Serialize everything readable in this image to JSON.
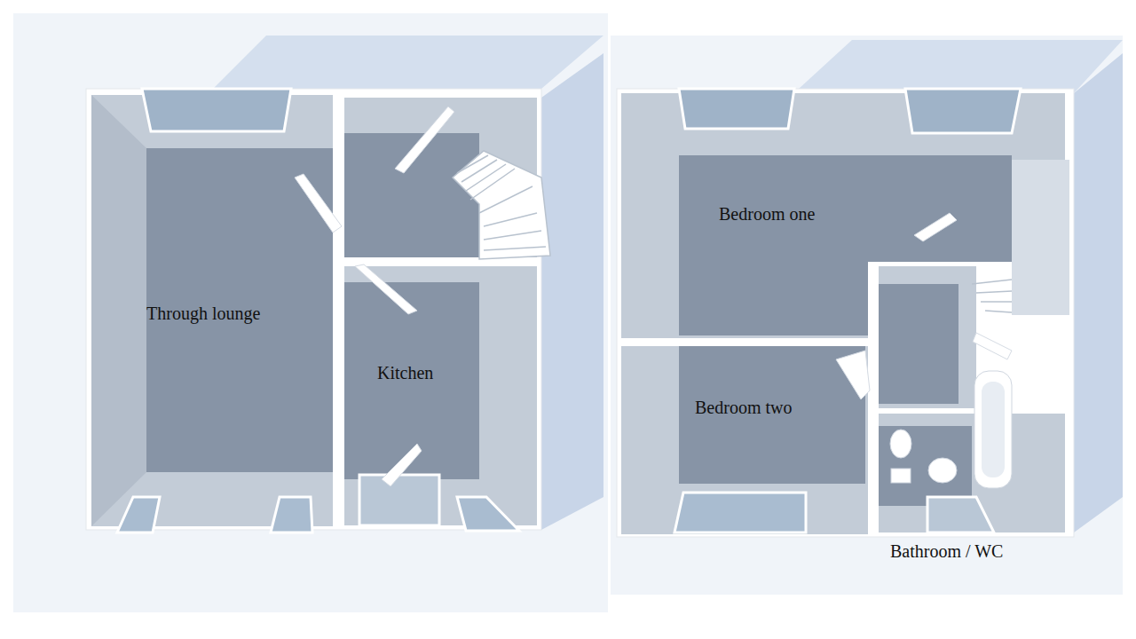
{
  "diagram": {
    "nodes": [
      {
        "text": [
          "Through lounge"
        ]
      },
      {
        "text": [
          "Kitchen"
        ]
      },
      {
        "text": [
          "Bedroom one"
        ]
      },
      {
        "text": [
          "Bedroom two"
        ]
      },
      {
        "text": [
          "Bathroom / WC"
        ]
      }
    ]
  }
}
